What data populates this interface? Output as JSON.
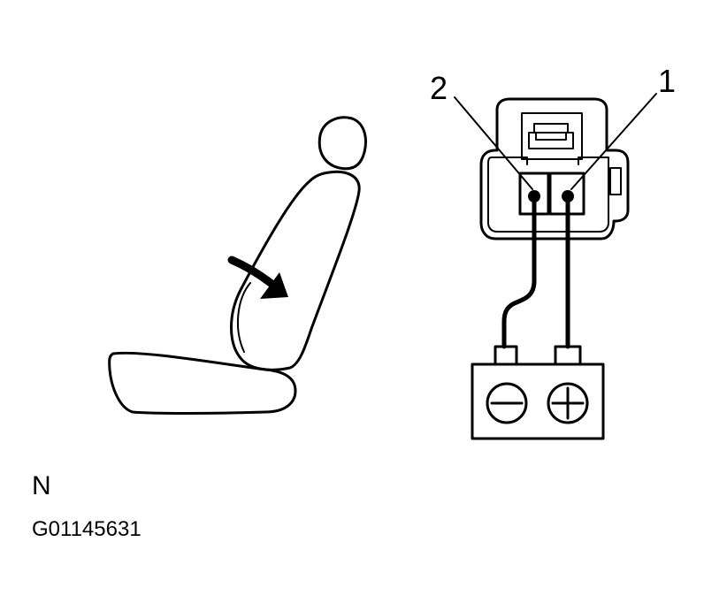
{
  "diagram": {
    "terminal_labels": [
      "2",
      "1"
    ],
    "polarity_symbols": [
      "negative-symbol",
      "positive-symbol"
    ],
    "view_code": "N",
    "figure_id": "G01145631"
  }
}
